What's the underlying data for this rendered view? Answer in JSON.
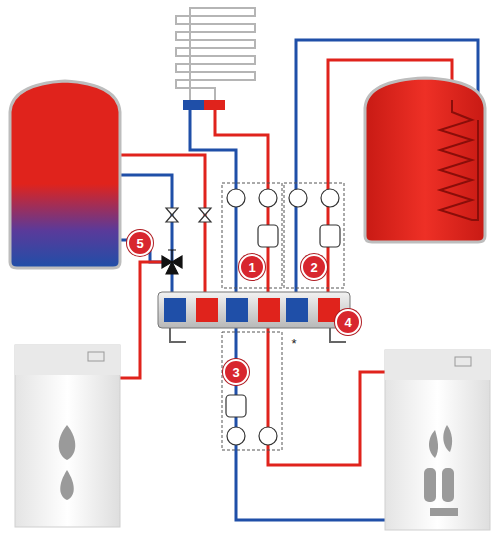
{
  "diagram": {
    "labels": [
      "1",
      "2",
      "3",
      "4",
      "5",
      "*"
    ]
  }
}
